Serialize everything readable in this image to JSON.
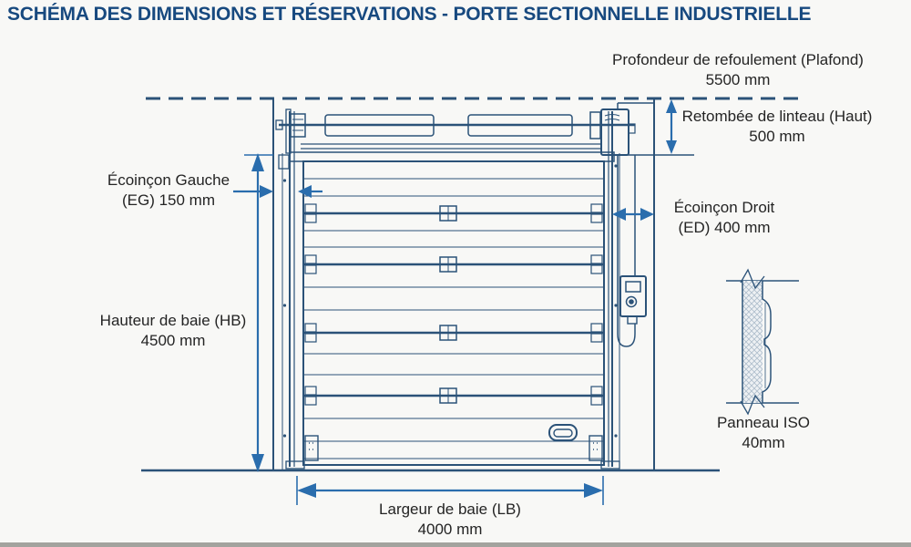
{
  "title": "SCHÉMA DES DIMENSIONS ET RÉSERVATIONS - PORTE SECTIONNELLE INDUSTRIELLE",
  "labels": {
    "profondeur_refoulement": {
      "line1": "Profondeur de refoulement (Plafond)",
      "line2": "5500 mm"
    },
    "retombee_linteau": {
      "line1": "Retombée de linteau (Haut)",
      "line2": "500 mm"
    },
    "ecoincon_gauche": {
      "line1": "Écoinçon Gauche",
      "line2": "(EG) 150 mm"
    },
    "ecoincon_droit": {
      "line1": "Écoinçon Droit",
      "line2": "(ED) 400 mm"
    },
    "hauteur_baie": {
      "line1": "Hauteur de baie (HB)",
      "line2": "4500 mm"
    },
    "largeur_baie": {
      "line1": "Largeur de baie (LB)",
      "line2": "4000 mm"
    },
    "panneau_iso": {
      "line1": "Panneau ISO",
      "line2": "40mm"
    }
  },
  "values_mm": {
    "profondeur_refoulement": 5500,
    "retombee_linteau": 500,
    "ecoincon_gauche": 150,
    "ecoincon_droit": 400,
    "hauteur_baie": 4500,
    "largeur_baie": 4000,
    "panneau_iso": 40
  },
  "colors": {
    "title_text": "#17497f",
    "drawing_line": "#2b5278",
    "dimension_arrow": "#2a6dad",
    "label_text": "#242424",
    "background": "#f8f8f6"
  }
}
